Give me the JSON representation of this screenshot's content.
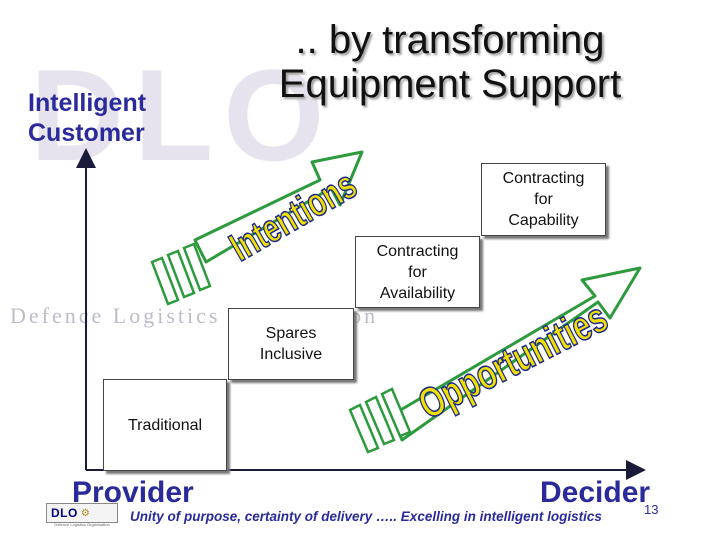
{
  "title": {
    "line1": ".. by transforming",
    "line2": "Equipment Support"
  },
  "y_axis_label": {
    "line1": "Intelligent",
    "line2": "Customer"
  },
  "x_axis": {
    "left_label": "Provider",
    "right_label": "Decider"
  },
  "watermark": {
    "big": "DLO",
    "line": "Defence Logistics Organisation"
  },
  "steps": [
    {
      "lines": [
        "Traditional"
      ]
    },
    {
      "lines": [
        "Spares",
        "Inclusive"
      ]
    },
    {
      "lines": [
        "Contracting",
        "for",
        "Availability"
      ]
    },
    {
      "lines": [
        "Contracting",
        "for",
        "Capability"
      ]
    }
  ],
  "arrows": {
    "upper_label": "Intentions",
    "lower_label": "Opportunities"
  },
  "footer": {
    "tagline": "Unity of purpose, certainty of delivery ….. Excelling in intelligent logistics",
    "slide_number": "13",
    "logo_text": "DLO",
    "logo_subtext": "Defence Logistics Organisation"
  },
  "colors": {
    "accent_blue": "#2a2a9a",
    "arrow_fill": "#ffffff",
    "arrow_outline": "#2e9a3e",
    "arrow_text": "#f0e000",
    "arrow_text_outline": "#1f2a8a"
  }
}
